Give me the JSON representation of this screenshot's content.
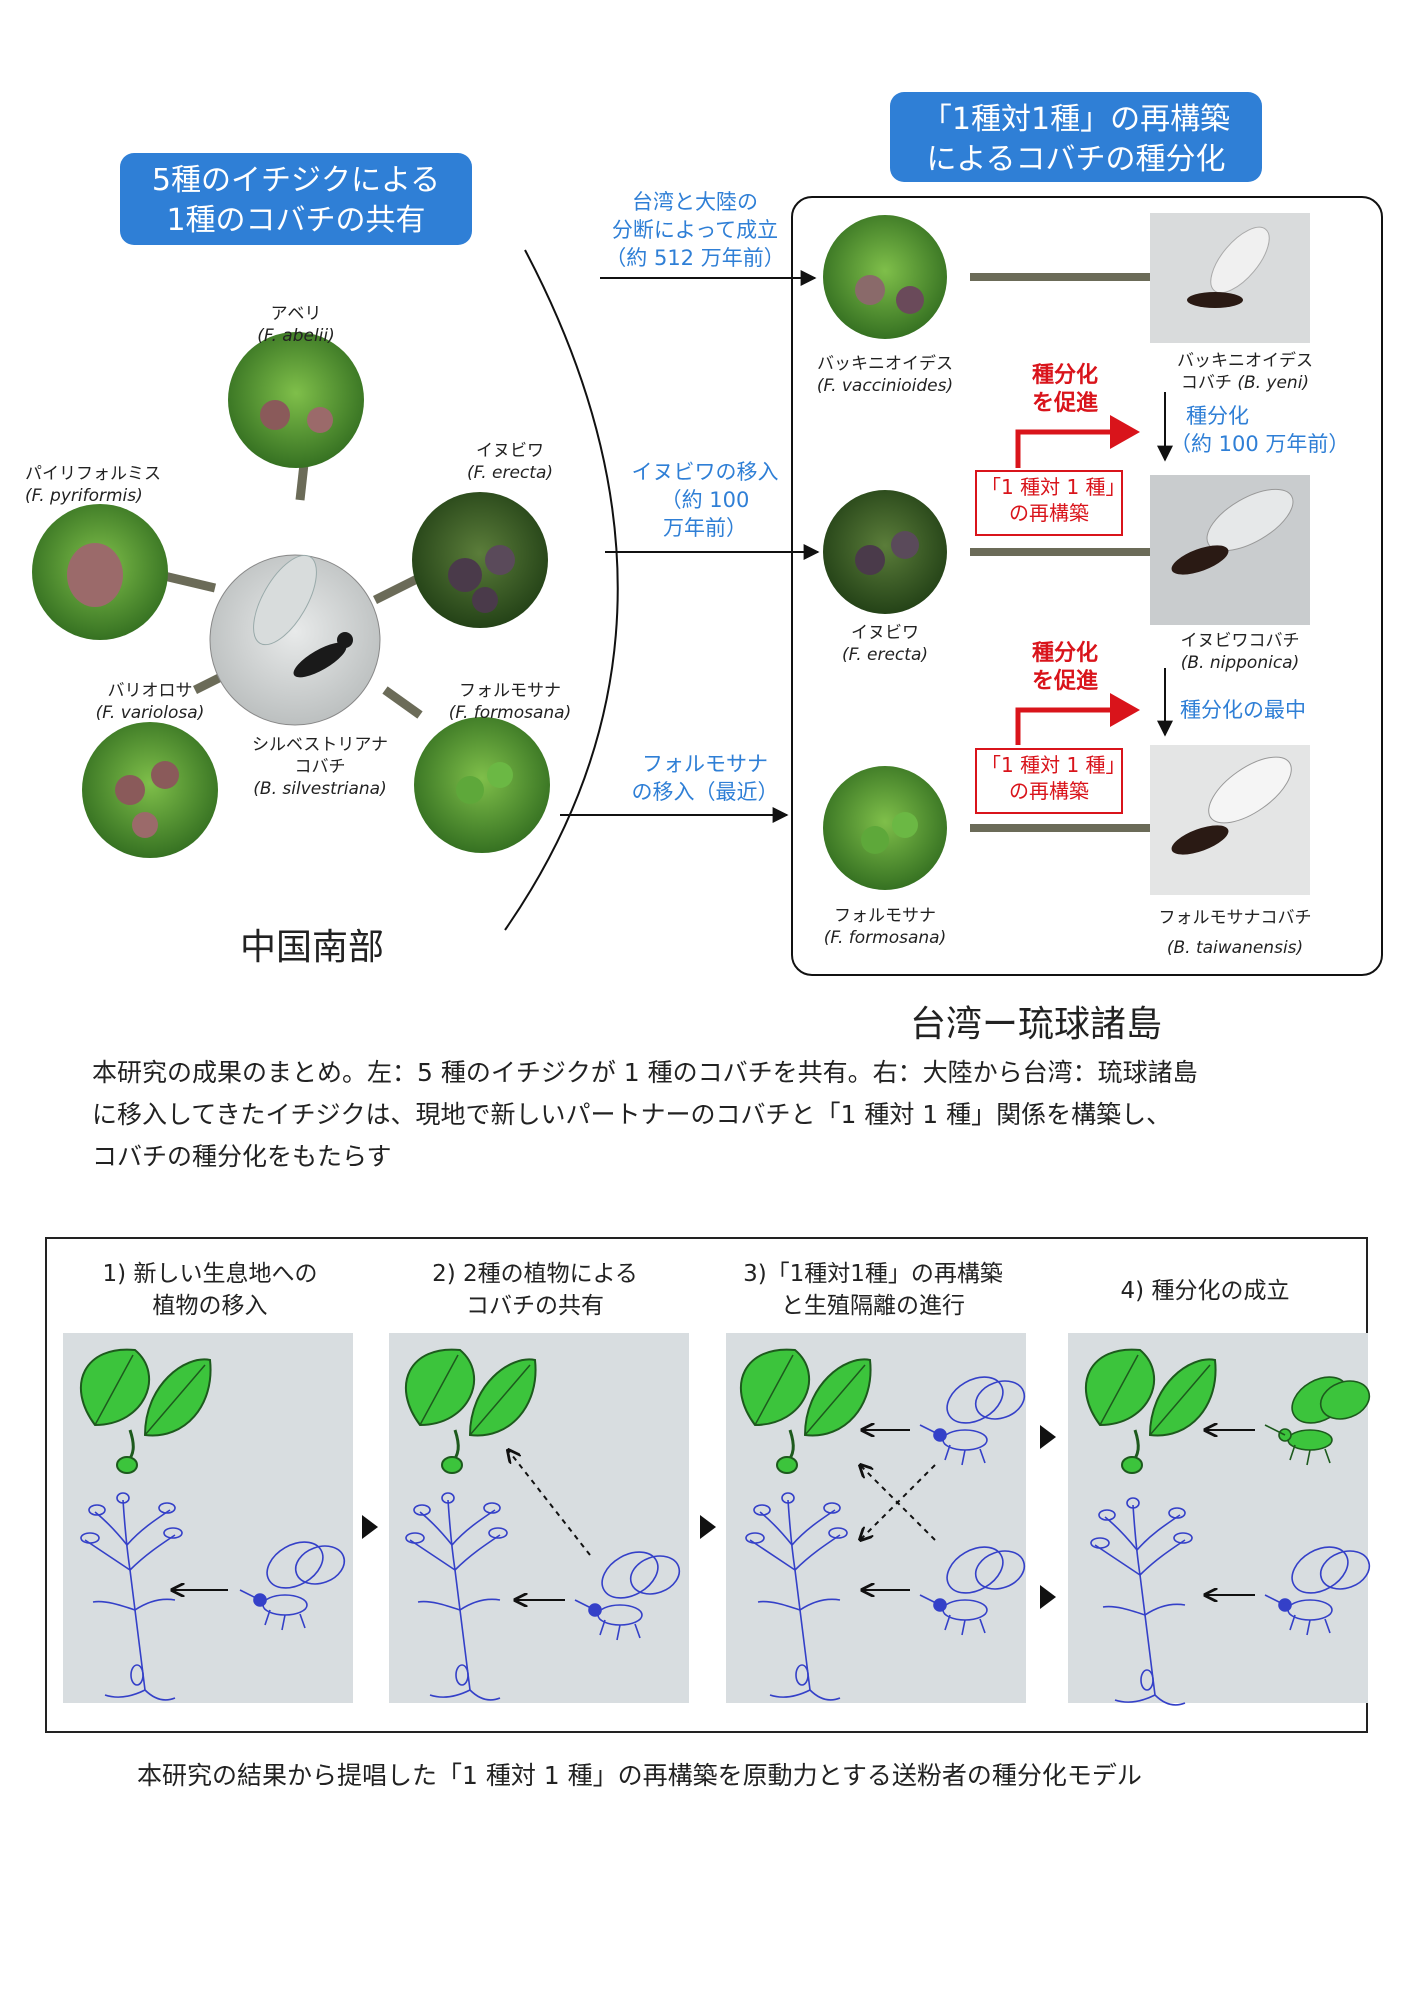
{
  "top": {
    "left_header": [
      "5種のイチジクによる",
      "1種のコバチの共有"
    ],
    "right_header": [
      "「1種対1種」の再構築",
      "によるコバチの種分化"
    ],
    "center_wasp": [
      "シルベストリアナ",
      "コバチ",
      "(B. silvestriana)"
    ],
    "figs_left": [
      {
        "ja": "アベリ",
        "sci": "(F. abelii)"
      },
      {
        "ja": "イヌビワ",
        "sci": "(F. erecta)"
      },
      {
        "ja": "パイリフォルミス",
        "sci": "(F. pyriformis)"
      },
      {
        "ja": "バリオロサ",
        "sci": "(F. variolosa)"
      },
      {
        "ja": "フォルモサナ",
        "sci": "(F. formosana)"
      }
    ],
    "arrow_labels": [
      [
        "台湾と大陸の",
        "分断によって成立",
        "（約 512 万年前）"
      ],
      [
        "イヌビワの移入",
        "（約 100",
        "万年前）"
      ],
      [
        "フォルモサナ",
        "の移入（最近）"
      ]
    ],
    "right_figs": [
      {
        "ja": "バッキニオイデス",
        "sci": "(F. vaccinioides)"
      },
      {
        "ja": "イヌビワ",
        "sci": "(F. erecta)"
      },
      {
        "ja": "フォルモサナ",
        "sci": "(F. formosana)"
      }
    ],
    "right_wasps": [
      {
        "ja": "バッキニオイデス",
        "ja2": "コバチ",
        "sci": "(B. yeni)"
      },
      {
        "ja": "イヌビワコバチ",
        "ja2": "",
        "sci": "(B. nipponica)"
      },
      {
        "ja": "フォルモサナコバチ",
        "ja2": "",
        "sci": "(B. taiwanensis)"
      }
    ],
    "promote_label": [
      "種分化",
      "を促進"
    ],
    "rebuild_label": [
      "「1 種対 1 種」",
      "の再構築"
    ],
    "speciation_1": [
      "種分化",
      "（約 100 万年前）"
    ],
    "speciation_2": "種分化の最中",
    "region_left": "中国南部",
    "region_right": "台湾ー琉球諸島"
  },
  "caption1": [
    "本研究の成果のまとめ。左：5 種のイチジクが 1 種のコバチを共有。右：大陸から台湾：琉球諸島",
    "に移入してきたイチジクは、現地で新しいパートナーのコバチと「1 種対 1 種」関係を構築し、",
    "コバチの種分化をもたらす"
  ],
  "panels": [
    {
      "title": [
        "1) 新しい生息地への",
        "植物の移入"
      ]
    },
    {
      "title": [
        "2) 2種の植物による",
        "コバチの共有"
      ]
    },
    {
      "title": [
        "3)「1種対1種」の再構築",
        "と生殖隔離の進行"
      ]
    },
    {
      "title": [
        "4) 種分化の成立",
        ""
      ]
    }
  ],
  "caption2": "本研究の結果から提唱した「1 種対 1 種」の再構築を原動力とする送粉者の種分化モデル",
  "colors": {
    "blue": "#2f7fd6",
    "red": "#d9141b",
    "leaf": "#3cc43c",
    "line_drawing": "#3440c8",
    "connector": "#6b6b58"
  }
}
